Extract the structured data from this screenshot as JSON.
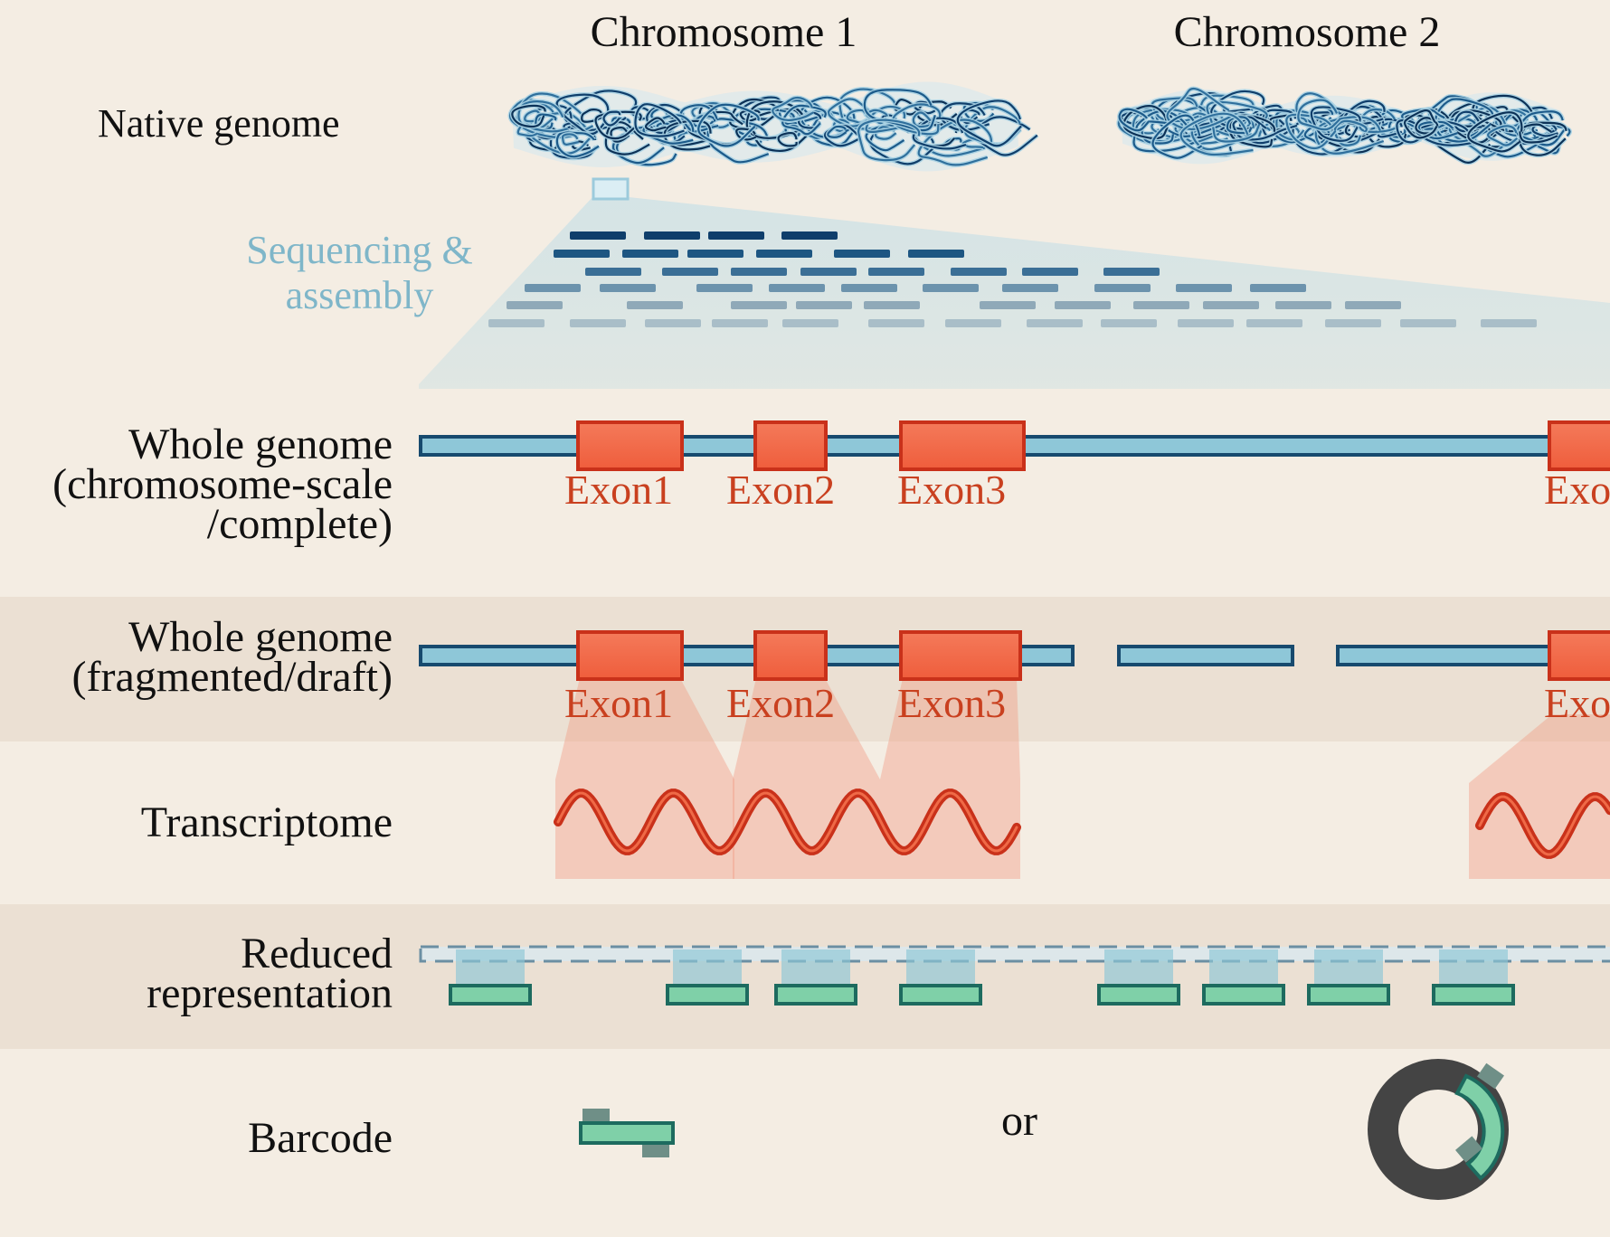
{
  "chromosomes": [
    "Chromosome 1",
    "Chromosome 2"
  ],
  "rows": {
    "native": "Native genome",
    "sequencing": [
      "Sequencing &",
      "assembly"
    ],
    "whole_complete": [
      "Whole genome",
      "(chromosome-scale",
      "/complete)"
    ],
    "whole_fragmented": [
      "Whole genome",
      "(fragmented/draft)"
    ],
    "transcriptome": "Transcriptome",
    "reduced": [
      "Reduced",
      "representation"
    ],
    "barcode": "Barcode"
  },
  "exons": [
    "Exon1",
    "Exon2",
    "Exon3",
    "Exon"
  ],
  "or_label": "or",
  "colors": {
    "background": "#f4ede3",
    "band": "#ebe0d3",
    "chromatin_dark": "#0f3e6b",
    "chromatin_light": "#a9d2e3",
    "exon": "#f26a48",
    "exon_border": "#c9311a",
    "exon_text": "#c9401f",
    "strand": "#8ec7d8",
    "strand_border": "#174a6e",
    "read_fan": "#cfe2e6",
    "marker": "#7fd0a8",
    "marker_border": "#1d6b5f",
    "plasmid": "#444444",
    "sequencing_text": "#7fb6c9"
  }
}
